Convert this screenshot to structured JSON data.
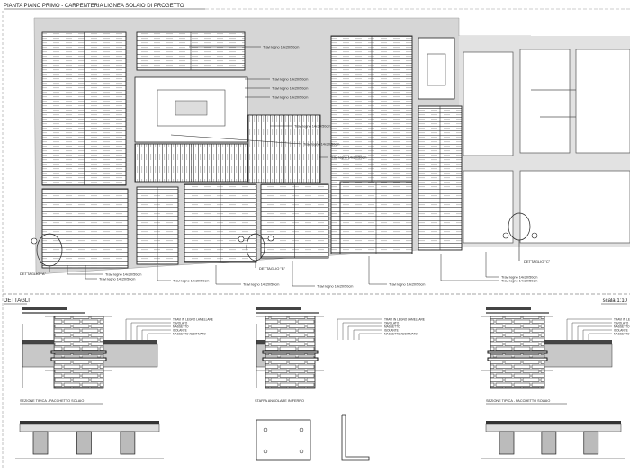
{
  "plan": {
    "title": "PIANTA PIANO PRIMO - CARPENTERIA LIGNEA SOLAIO DI PROGETTO",
    "beam_label": "Travi legno 14x20/50cm",
    "detail_callouts": [
      "DETTAGLIO \"A\"",
      "DETTAGLIO \"B\"",
      "DETTAGLIO \"C\""
    ]
  },
  "details": {
    "title": "DETTAGLI",
    "scale_note": "scala 1:10",
    "layer_labels": [
      "TRAVI IN LEGNO LAMELLARE",
      "TAVOLATO",
      "MASSETTO",
      "ISOLANTE",
      "MASSETTO ADDITIVATO"
    ],
    "bottom_titles": [
      "SEZIONE TIPICA - PACCHETTO SOLAIO",
      "STAFFA ANGOLARE IN FERRO",
      "SEZIONE TIPICA - PACCHETTO SOLAIO"
    ]
  },
  "colors": {
    "wall": "#d4d4d4",
    "line": "#222222",
    "slab": "#c8c8c8"
  }
}
